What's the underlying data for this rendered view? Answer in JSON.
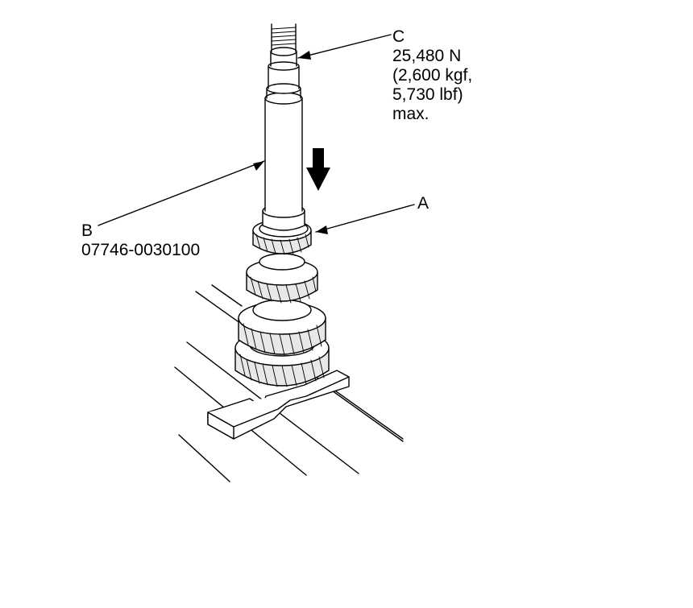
{
  "callouts": {
    "c": {
      "letter": "C",
      "lines": [
        "25,480 N",
        "(2,600 kgf,",
        "5,730 lbf)",
        "max."
      ]
    },
    "a": {
      "letter": "A"
    },
    "b": {
      "letter": "B",
      "tool_number": "07746-0030100"
    }
  },
  "colors": {
    "line": "#000000",
    "fill": "#ffffff",
    "shade": "#dcdcdc"
  }
}
